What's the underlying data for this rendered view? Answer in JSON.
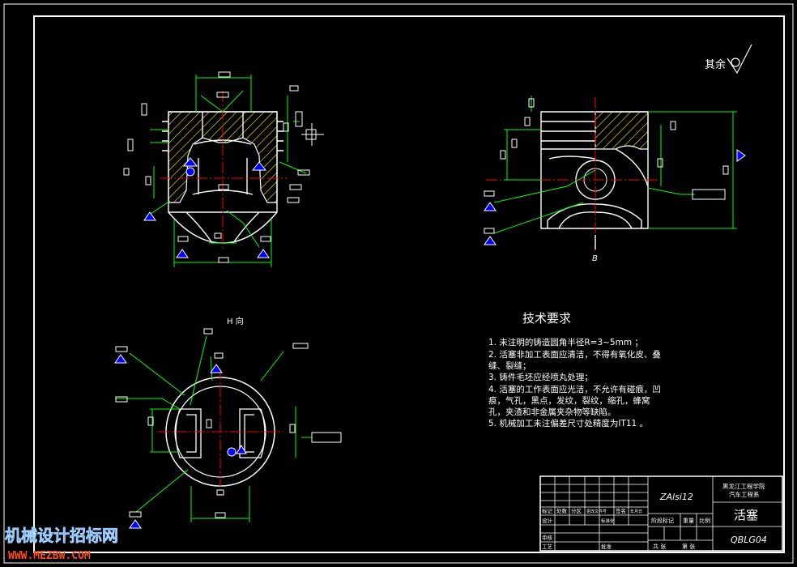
{
  "surface_finish_note": "其余",
  "view_labels": {
    "h_view": "H 向",
    "b_marker": "B"
  },
  "tech_requirements": {
    "title": "技术要求",
    "items": [
      "1. 未注明的铸造圆角半径R=3~5mm ；",
      "2. 活塞非加工表面应清洁，不得有氧化皮、叠",
      "    缝、裂缝；",
      "3. 铸件毛坯应经喷丸处理；",
      "4. 活塞的工作表面应光洁，不允许有碰痕，凹",
      "    痕，气孔，黑点，发纹，裂纹，缩孔，蜂窝",
      "    孔，夹渣和非金属夹杂物等缺陷。",
      "5. 机械加工未注偏差尺寸处精度为IT11 。"
    ]
  },
  "title_block": {
    "material": "ZAlsi12",
    "school": "黑龙江工程学院",
    "department": "汽车工程系",
    "part_name": "活塞",
    "drawing_number": "QBLG04",
    "stage_label": "阶段标记",
    "weight_label": "重量",
    "scale_label": "比例",
    "sheet_total": "共   张",
    "sheet_no": "第   张",
    "rows": [
      "标记",
      "处数",
      "分区",
      "更改文件号",
      "签名",
      "年月日",
      "设计",
      "标准化",
      "审核",
      "工艺",
      "批准"
    ]
  },
  "watermark": {
    "line1": "机械设计招标网",
    "line2": "WWW.MEZBW.COM"
  },
  "colors": {
    "background": "#000000",
    "line": "#ffffff",
    "dimension": "#00ff00",
    "center": "#ff0000",
    "hatch": "#ffff00",
    "datum": "#0000ff"
  }
}
